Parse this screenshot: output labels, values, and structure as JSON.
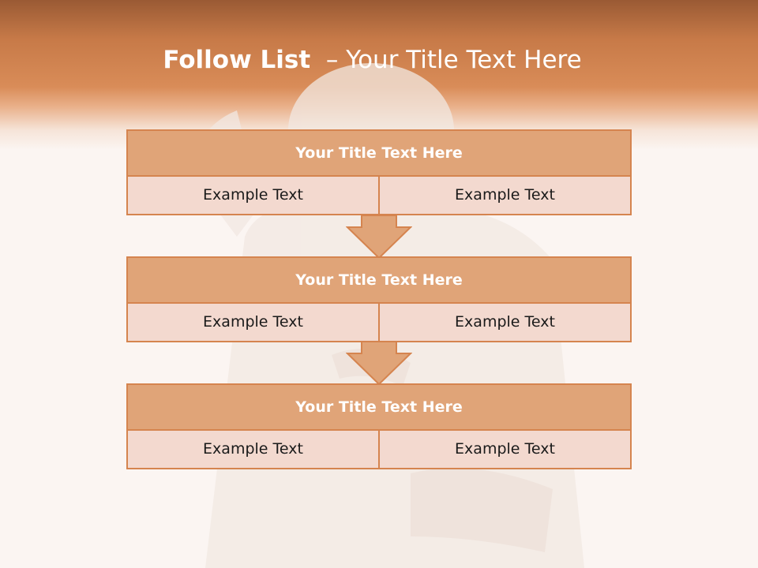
{
  "slide": {
    "title_bold": "Follow List",
    "title_rest": "– Your Title Text Here"
  },
  "boxes": [
    {
      "title": "Your Title Text Here",
      "left": "Example Text",
      "right": "Example Text"
    },
    {
      "title": "Your Title Text Here",
      "left": "Example Text",
      "right": "Example Text"
    },
    {
      "title": "Your Title Text Here",
      "left": "Example Text",
      "right": "Example Text"
    }
  ],
  "colors": {
    "accent": "#d5844f",
    "box_header": "#e0a478",
    "box_body": "#f3d9cf",
    "header_band": "#d98c58"
  },
  "icons": [
    "down-arrow-icon",
    "down-arrow-icon"
  ]
}
